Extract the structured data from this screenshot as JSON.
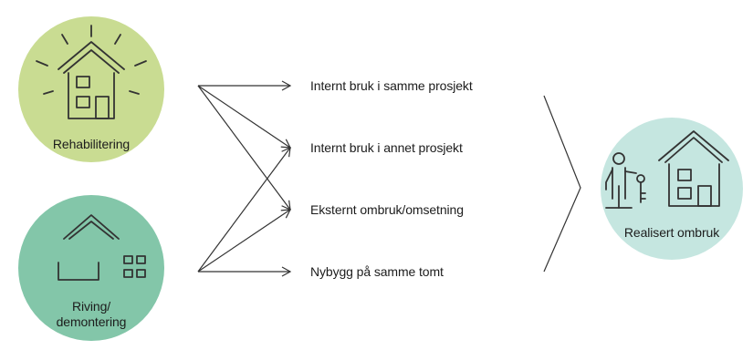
{
  "sources": [
    {
      "label": "Rehabilitering",
      "icon": "house-sunburst-icon",
      "color": "#c9dc92"
    },
    {
      "label_line1": "Riving/",
      "label_line2": "demontering",
      "icon": "dismantled-house-icon",
      "color": "#83c6a9"
    }
  ],
  "pathways": [
    {
      "label": "Internt bruk i samme prosjekt"
    },
    {
      "label": "Internt bruk i annet prosjekt"
    },
    {
      "label": "Eksternt ombruk/omsetning"
    },
    {
      "label": "Nybygg på samme tomt"
    }
  ],
  "result": {
    "label": "Realisert ombruk",
    "icon": "person-with-key-house-icon",
    "color": "#c5e6e0"
  },
  "colors": {
    "line": "#333333",
    "text": "#1c1c1c"
  }
}
